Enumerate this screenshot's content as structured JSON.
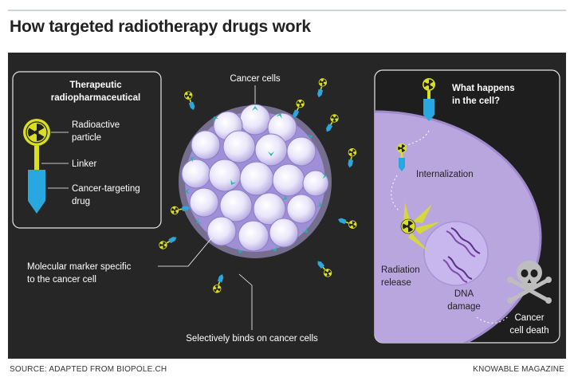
{
  "title": "How targeted radiotherapy drugs work",
  "legend": {
    "heading_line1": "Therapeutic",
    "heading_line2": "radiopharmaceutical",
    "particle_line1": "Radioactive",
    "particle_line2": "particle",
    "linker": "Linker",
    "drug_line1": "Cancer-targeting",
    "drug_line2": "drug"
  },
  "center": {
    "cancer_cells": "Cancer cells",
    "marker_line1": "Molecular marker specific",
    "marker_line2": "to the cancer cell",
    "binds": "Selectively binds on cancer cells"
  },
  "cell": {
    "question_line1": "What happens",
    "question_line2": "in the cell?",
    "internalization": "Internalization",
    "radiation_line1": "Radiation",
    "radiation_line2": "release",
    "dna_line1": "DNA",
    "dna_line2": "damage",
    "death_line1": "Cancer",
    "death_line2": "cell death"
  },
  "footer": {
    "source": "SOURCE: ADAPTED FROM BIOPOLE.CH",
    "publisher": "KNOWABLE MAGAZINE"
  },
  "colors": {
    "panel": "#262626",
    "radioactive_yellow": "#d9e021",
    "drug_blue": "#29a8e0",
    "marker_teal": "#1fb5a5",
    "cell_purple": "#b9a6df",
    "nucleus_purple": "#c8b6ee",
    "cluster_lavender": "#ddd8f5",
    "skull_grey": "#bdbdbd"
  },
  "icons": [
    "radiation-icon",
    "skull-crossbones-icon",
    "dna-strand-icon"
  ]
}
